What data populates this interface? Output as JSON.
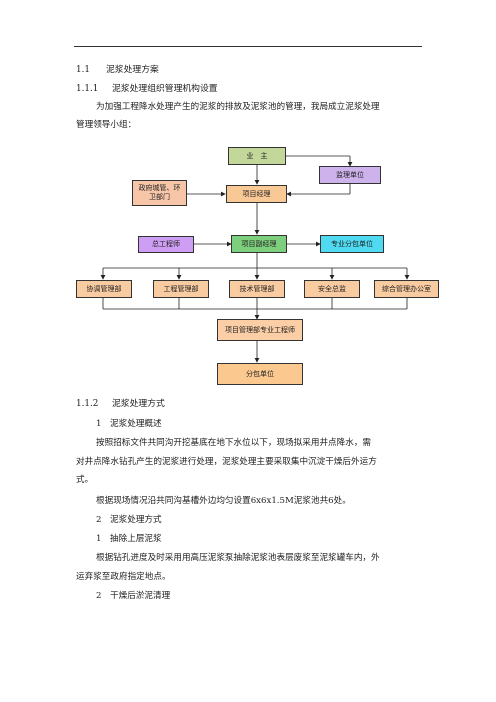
{
  "section": {
    "h1_num": "1.1",
    "h1_title": "泥浆处理方案",
    "h2_num": "1.1.1",
    "h2_title": "泥浆处理组织管理机构设置",
    "intro_line1": "为加强工程降水处理产生的泥浆的排放及泥浆池的管理，我局成立泥浆处理",
    "intro_line2": "管理领导小组："
  },
  "org": {
    "owner": "业　主",
    "supervisor": "监理单位",
    "gov": "政府城管、环卫部门",
    "pm": "项目经理",
    "chief_eng": "总工程师",
    "deputy_pm": "项目副经理",
    "subcontract_pro": "专业分包单位",
    "coord": "协调管理部",
    "eng_dept": "工程管理部",
    "tech_dept": "技术管理部",
    "safety": "安全总监",
    "office": "综合管理办公室",
    "pro_engineer": "项目管理部专业工程师",
    "subcontractor": "分包单位",
    "colors": {
      "owner": "#c4d79b",
      "supervisor": "#cdb2ec",
      "gov": "#f7c6a8",
      "pm": "#f8c895",
      "chief_eng": "#cd9ef3",
      "deputy_pm": "#7dcf7d",
      "subcontract_pro": "#4fdaf2",
      "dept": "#f9cba1",
      "pro_engineer": "#fbcea6",
      "subcontractor": "#fbc890"
    }
  },
  "method": {
    "h_num": "1.1.2",
    "h_title": "泥浆处理方式",
    "s1": "1　泥浆处理概述",
    "p1_line1": "按照招标文件共同沟开挖基底在地下水位以下，现场拟采用井点降水，需",
    "p1_line2": "对井点降水钻孔产生的泥浆进行处理，泥浆处理主要采取集中沉淀干燥后外运方",
    "p1_line3": "式。",
    "p2": "根据现场情况沿共同沟基槽外边均匀设置6x6x1.5M泥浆池共6处。",
    "s2": "2　泥浆处理方式",
    "s2_1": "1　抽除上层泥浆",
    "p3_line1": "根据钻孔进度及时采用用高压泥浆泵抽除泥浆池表层废浆至泥浆罐车内，外",
    "p3_line2": "运弃浆至政府指定地点。",
    "s2_2": "2　干燥后淤泥清理"
  }
}
